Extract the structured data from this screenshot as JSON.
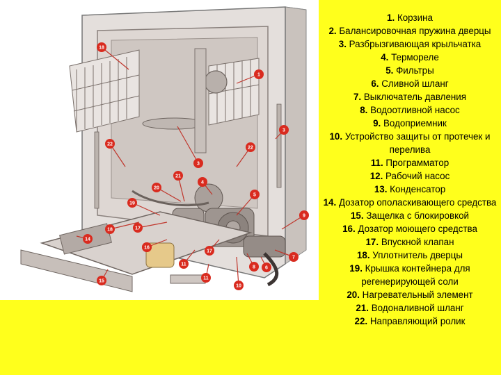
{
  "legend": [
    {
      "n": "1.",
      "text": " Корзина"
    },
    {
      "n": "2.",
      "text": " Балансировочная пружина дверцы"
    },
    {
      "n": "3.",
      "text": " Разбрызгивающая крыльчатка"
    },
    {
      "n": "4.",
      "text": " Термореле"
    },
    {
      "n": "5.",
      "text": " Фильтры"
    },
    {
      "n": "6.",
      "text": " Сливной шланг"
    },
    {
      "n": "7.",
      "text": " Выключатель давления"
    },
    {
      "n": "8.",
      "text": " Водоотливной насос"
    },
    {
      "n": "9.",
      "text": " Водоприемник"
    },
    {
      "n": "10.",
      "text": " Устройство защиты от протечек и перелива"
    },
    {
      "n": "11.",
      "text": " Программатор"
    },
    {
      "n": "12.",
      "text": " Рабочий насос"
    },
    {
      "n": "13.",
      "text": " Конденсатор"
    },
    {
      "n": "14.",
      "text": " Дозатор ополаскивающего средства"
    },
    {
      "n": "15.",
      "text": " Защелка с блокировкой"
    },
    {
      "n": "16.",
      "text": " Дозатор моющего средства"
    },
    {
      "n": "17.",
      "text": " Впускной клапан"
    },
    {
      "n": "18.",
      "text": " Уплотнитель дверцы"
    },
    {
      "n": "19.",
      "text": " Крышка контейнера для регенерирующей соли"
    },
    {
      "n": "20.",
      "text": " Нагревательный элемент"
    },
    {
      "n": "21.",
      "text": " Водоналивной шланг"
    },
    {
      "n": "22.",
      "text": " Направляющий ролик"
    }
  ],
  "callouts": [
    "18",
    "1",
    "3",
    "22",
    "22",
    "3",
    "21",
    "4",
    "20",
    "5",
    "19",
    "9",
    "18",
    "17",
    "16",
    "16",
    "14",
    "17",
    "7",
    "11",
    "8",
    "6",
    "15",
    "11",
    "10"
  ],
  "colors": {
    "background": "#ffff1c",
    "callout": "#d92b1f",
    "line": "#c0362c"
  }
}
